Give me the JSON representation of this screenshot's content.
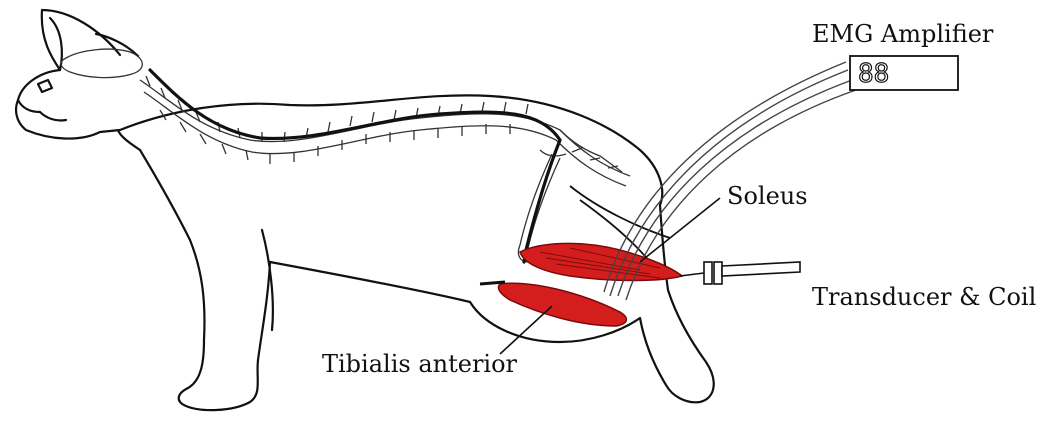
{
  "labels": {
    "emg_amplifier": "EMG Amplifier",
    "soleus": "Soleus",
    "transducer_coil": "Transducer & Coil",
    "tibialis_anterior": "Tibialis anterior"
  },
  "amplifier_display": "88",
  "colors": {
    "muscle_fill": "#d41e1e",
    "muscle_stroke": "#7a0a0a",
    "outline": "#111111",
    "background": "#ffffff"
  }
}
